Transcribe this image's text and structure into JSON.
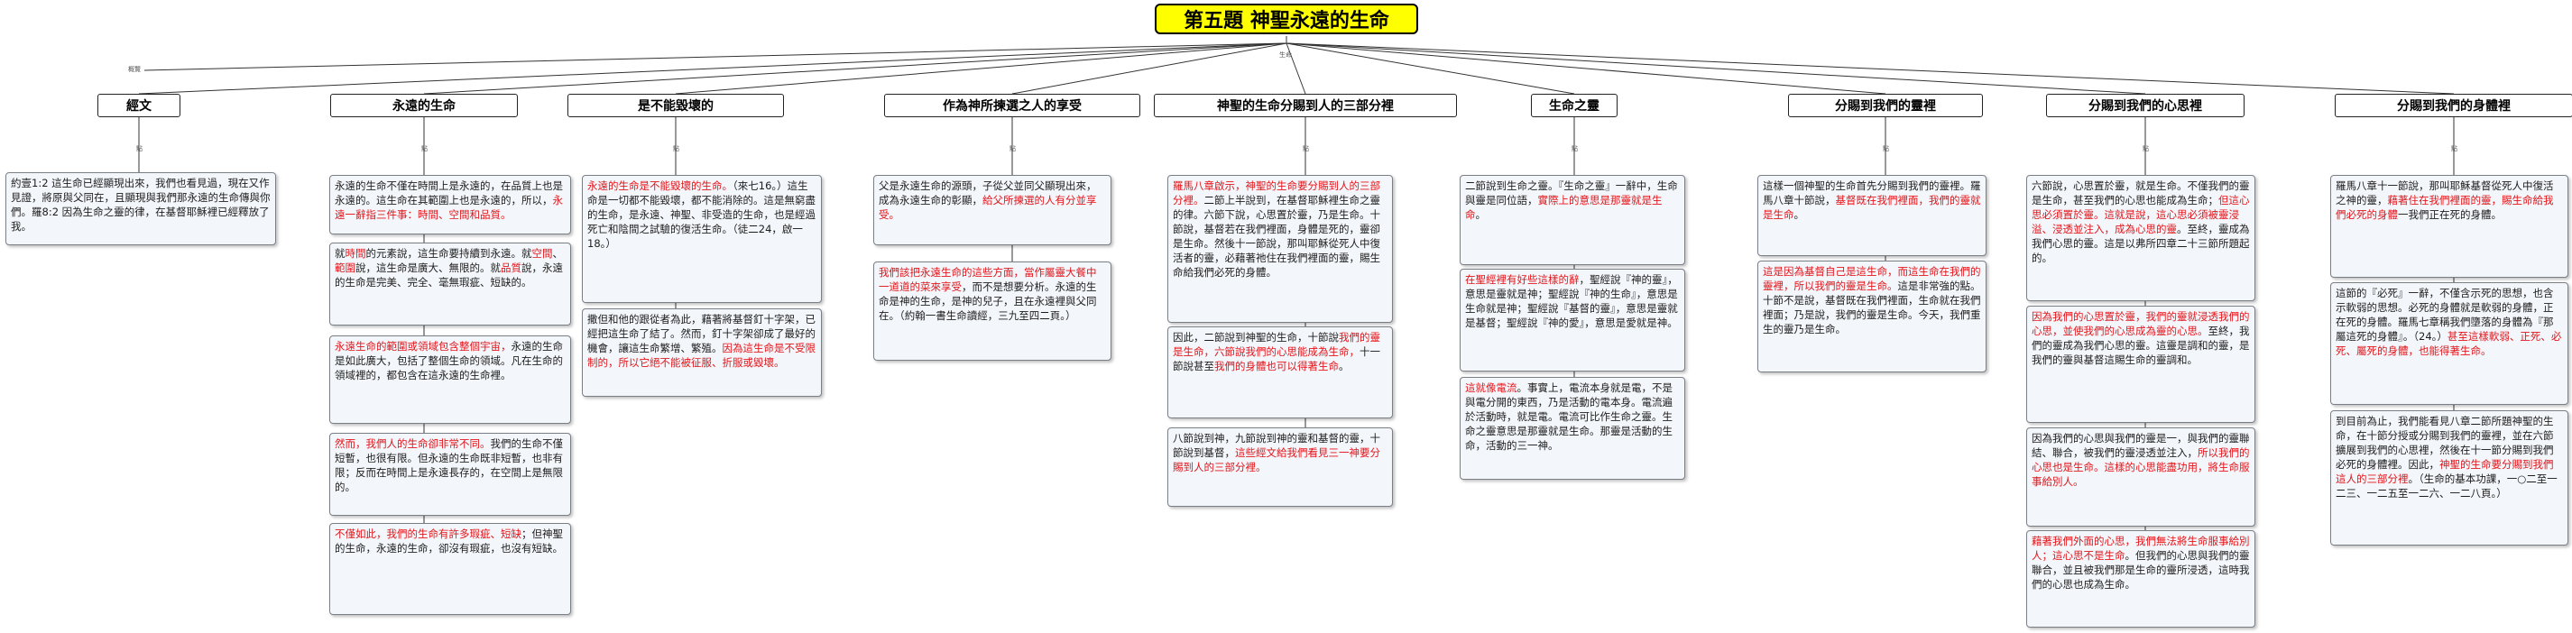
{
  "title": "第五題 神聖永遠的生命",
  "labels": {
    "summary": "概覽",
    "root_dot": "生命",
    "branch_dot": "點"
  },
  "colors": {
    "highlight": "#ffff00",
    "emphasis": "#e3151a",
    "card_bg": "#f3f6fa"
  },
  "branches": [
    {
      "name": "經文",
      "cards": [
        [
          {
            "t": "約壹1:2 這生命已經顯現出來，我們也看見過，現在又作見證，將原與父同在，且顯現與我們那永遠的生命傳與你們。羅8:2 因為生命之靈的律，在基督耶穌裡已經釋放了我。"
          }
        ]
      ]
    },
    {
      "name": "永遠的生命",
      "cards": [
        [
          {
            "t": "永遠的生命不僅在時間上是永遠的，在品質上也是永遠的。這生命在其範圍上也是永遠的，所以，"
          },
          {
            "t": "永遠一辭指三件事：時間、空間和品質。",
            "r": true
          }
        ],
        [
          {
            "t": "就"
          },
          {
            "t": "時間",
            "r": true
          },
          {
            "t": "的元素說，這生命要持續到永遠。就"
          },
          {
            "t": "空間",
            "r": true
          },
          {
            "t": "、"
          },
          {
            "t": "範圍",
            "r": true
          },
          {
            "t": "說，這生命是廣大、無限的。就"
          },
          {
            "t": "品質",
            "r": true
          },
          {
            "t": "說，永遠的生命是完美、完全、毫無瑕疵、短缺的。"
          }
        ],
        [
          {
            "t": "永遠生命的範圍或領域包含整個宇宙，",
            "r": true
          },
          {
            "t": "永遠的生命是如此廣大，包括了整個生命的領域。凡在生命的領域裡的，都包含在這永遠的生命裡。"
          }
        ],
        [
          {
            "t": "然而，我們人的生命卻非常不同。",
            "r": true
          },
          {
            "t": "我們的生命不僅短暫，也很有限。但永遠的生命既非短暫，也非有限；反而在時間上是永遠長存的，在空間上是無限的。"
          }
        ],
        [
          {
            "t": "不僅如此，我們的生命有許多瑕疵、短缺",
            "r": true
          },
          {
            "t": "；但神聖的生命，永遠的生命，卻沒有瑕疵，也沒有短缺。"
          }
        ]
      ]
    },
    {
      "name": "是不能毀壞的",
      "cards": [
        [
          {
            "t": "永遠的生命是不能毀壞的生命。",
            "r": true
          },
          {
            "t": "（來七16。）這生命是一切都不能毀壞，都不能消除的。這是無窮盡的生命，是永遠、神聖、非受造的生命，也是經過死亡和陰間之試驗的復活生命。（徒二24，啟一18。）"
          }
        ],
        [
          {
            "t": "撒但和他的跟從者為此，藉著將基督釘十字架，已經把這生命了結了。然而，釘十字架卻成了最好的機會，讓這生命繁增、繁殖。"
          },
          {
            "t": "因為這生命是不受限制的，所以它絕不能被征服、折服或毀壞。",
            "r": true
          }
        ]
      ]
    },
    {
      "name": "作為神所揀選之人的享受",
      "cards": [
        [
          {
            "t": "父是永遠生命的源頭，子從父並同父顯現出來，成為永遠生命的彰顯，"
          },
          {
            "t": "給父所揀選的人有分並享受。",
            "r": true
          }
        ],
        [
          {
            "t": "我們該把永遠生命的這些方面，當作屬靈大餐中一道道的菜來享受",
            "r": true
          },
          {
            "t": "，而不是想要分析。永遠的生命是神的生命，是神的兒子，且在永遠裡與父同在。（約翰一書生命讀經，三九至四二頁。）"
          }
        ]
      ]
    },
    {
      "name": "神聖的生命分賜到人的三部分裡",
      "cards": [
        [
          {
            "t": "羅馬八章啟示，神聖的生命要分賜到人的三部分裡。",
            "r": true
          },
          {
            "t": "二節上半說到，在基督耶穌裡生命之靈的律。六節下說，心思置於靈，乃是生命。十節說，基督若在我們裡面，身體是死的，靈卻是生命。然後十一節說，那叫耶穌從死人中復活者的靈，必藉著祂住在我們裡面的靈，賜生命給我們必死的身體。"
          }
        ],
        [
          {
            "t": "因此，二節說到神聖的生命，十節說"
          },
          {
            "t": "我們的靈是生命，六節說我們的心思能成為生命，",
            "r": true
          },
          {
            "t": "十一節說甚至"
          },
          {
            "t": "我們的身體也可以得著生命",
            "r": true
          },
          {
            "t": "。"
          }
        ],
        [
          {
            "t": "八節說到神，九節說到神的靈和基督的靈，十節說到基督，"
          },
          {
            "t": "這些經文給我們看見三一神要分賜到人的三部分裡。",
            "r": true
          }
        ]
      ]
    },
    {
      "name": "生命之靈",
      "cards": [
        [
          {
            "t": "二節說到生命之靈。『生命之靈』一辭中，生命與靈是同位語，"
          },
          {
            "t": "實際上的意思是那靈就是生命",
            "r": true
          },
          {
            "t": "。"
          }
        ],
        [
          {
            "t": "在聖經裡有好些這樣的辭",
            "r": true
          },
          {
            "t": "，聖經說『神的靈』，意思是靈就是神；聖經說『神的生命』，意思是生命就是神；聖經說『基督的靈』，意思是靈就是基督；聖經說『神的愛』，意思是愛就是神。"
          }
        ],
        [
          {
            "t": "這就像電流",
            "r": true
          },
          {
            "t": "。事實上，電流本身就是電，不是與電分開的東西，乃是活動的電本身。電流遍於活動時，就是電。電流可比作生命之靈。生命之靈意思是那靈就是生命。那靈是活動的生命，活動的三一神。"
          }
        ]
      ]
    },
    {
      "name": "分賜到我們的靈裡",
      "cards": [
        [
          {
            "t": "這樣一個神聖的生命首先分賜到我們的靈裡。羅馬八章十節說，"
          },
          {
            "t": "基督既在我們裡面，我們的靈就是生命",
            "r": true
          },
          {
            "t": "。"
          }
        ],
        [
          {
            "t": "這是因為基督自己是這生命，而這生命在我們的靈裡，所以我們的靈是生命。",
            "r": true
          },
          {
            "t": "這是非常強的點。十節不是說，基督既在我們裡面，生命就在我們裡面；乃是說，我們的靈是生命。今天，我們重生的靈乃是生命。"
          }
        ]
      ]
    },
    {
      "name": "分賜到我們的心思裡",
      "cards": [
        [
          {
            "t": "六節說，心思置於靈，就是生命。不僅我們的靈是生命，甚至我們的心思也能成為生命；"
          },
          {
            "t": "但這心思必須置於靈。這就是說，這心思必須被靈浸溢、浸透並注入，成為心思的靈",
            "r": true
          },
          {
            "t": "。至終，靈成為我們心思的靈。這是以弗所四章二十三節所題起的。"
          }
        ],
        [
          {
            "t": "因為我們的心思置於靈，我們的靈就浸透我們的心思，並使我們的心思成為靈的心思。",
            "r": true
          },
          {
            "t": "至終，我們的靈成為我們心思的靈。這靈是調和的靈，是我們的靈與基督這賜生命的靈調和。"
          }
        ],
        [
          {
            "t": "因為我們的心思與我們的靈是一，與我們的靈聯結、聯合，被我們的靈浸透並注入，"
          },
          {
            "t": "所以我們的心思也是生命。這樣的心思能盡功用，將生命服事給別人。",
            "r": true
          }
        ],
        [
          {
            "t": "藉著我們外面的心思，我們無法將生命服事給別人；這心思不是生命",
            "r": true
          },
          {
            "t": "。但我們的心思與我們的靈聯合，並且被我們那是生命的靈所浸透，這時我們的心思也成為生命。"
          }
        ]
      ]
    },
    {
      "name": "分賜到我們的身體裡",
      "cards": [
        [
          {
            "t": "羅馬八章十一節說，那叫耶穌基督從死人中復活之神的靈，"
          },
          {
            "t": "藉著住在我們裡面的靈，賜生命給我們必死的身體",
            "r": true
          },
          {
            "t": "一我們正在死的身體。"
          }
        ],
        [
          {
            "t": "這節的『必死』一辭，不僅含示死的思想，也含示軟弱的思想。必死的身體就是軟弱的身體，正在死的身體。羅馬七章稱我們墮落的身體為『那屬這死的身體』。（24。）"
          },
          {
            "t": "甚至這樣軟弱、正死、必死、屬死的身體，也能得著生命。",
            "r": true
          }
        ],
        [
          {
            "t": "到目前為止，我們能看見八章二節所題神聖的生命，在十節分授或分賜到我們的靈裡，並在六節擴展到我們的心思裡，然後在十一節分賜到我們必死的身體裡。因此，"
          },
          {
            "t": "神聖的生命要分賜到我們這人的三部分裡",
            "r": true
          },
          {
            "t": "。（生命的基本功課，一○二至一二三、一二五至一二六、一二八頁。）"
          }
        ]
      ]
    }
  ]
}
